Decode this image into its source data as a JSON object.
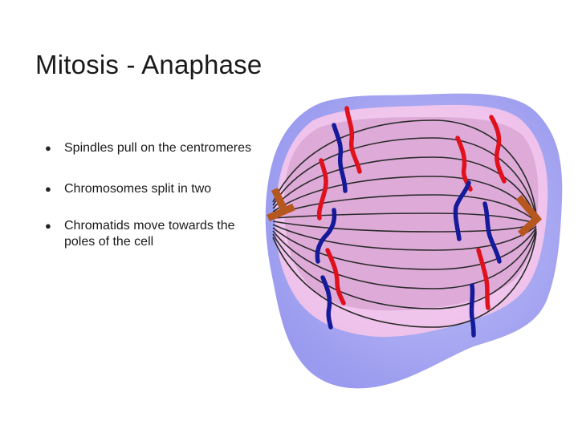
{
  "slide": {
    "title": "Mitosis - Anaphase",
    "bullets": [
      {
        "bullet": "●",
        "text": "Spindles pull on the centromeres"
      },
      {
        "bullet": "●",
        "text": "Chromosomes split in two"
      },
      {
        "bullet": "●",
        "text": "Chromatids move towards the poles of the cell"
      }
    ]
  },
  "illustration": {
    "subject": "cell-in-anaphase",
    "colors": {
      "cell_outer": "#a8a8f2",
      "cytoplasm": "#f2c8ee",
      "nucleus_region": "#deabd9",
      "spindle_fiber": "#2a2a2a",
      "chromatid_red": "#e0101c",
      "chromatid_blue": "#141a9a",
      "centriole": "#b5571f"
    }
  }
}
